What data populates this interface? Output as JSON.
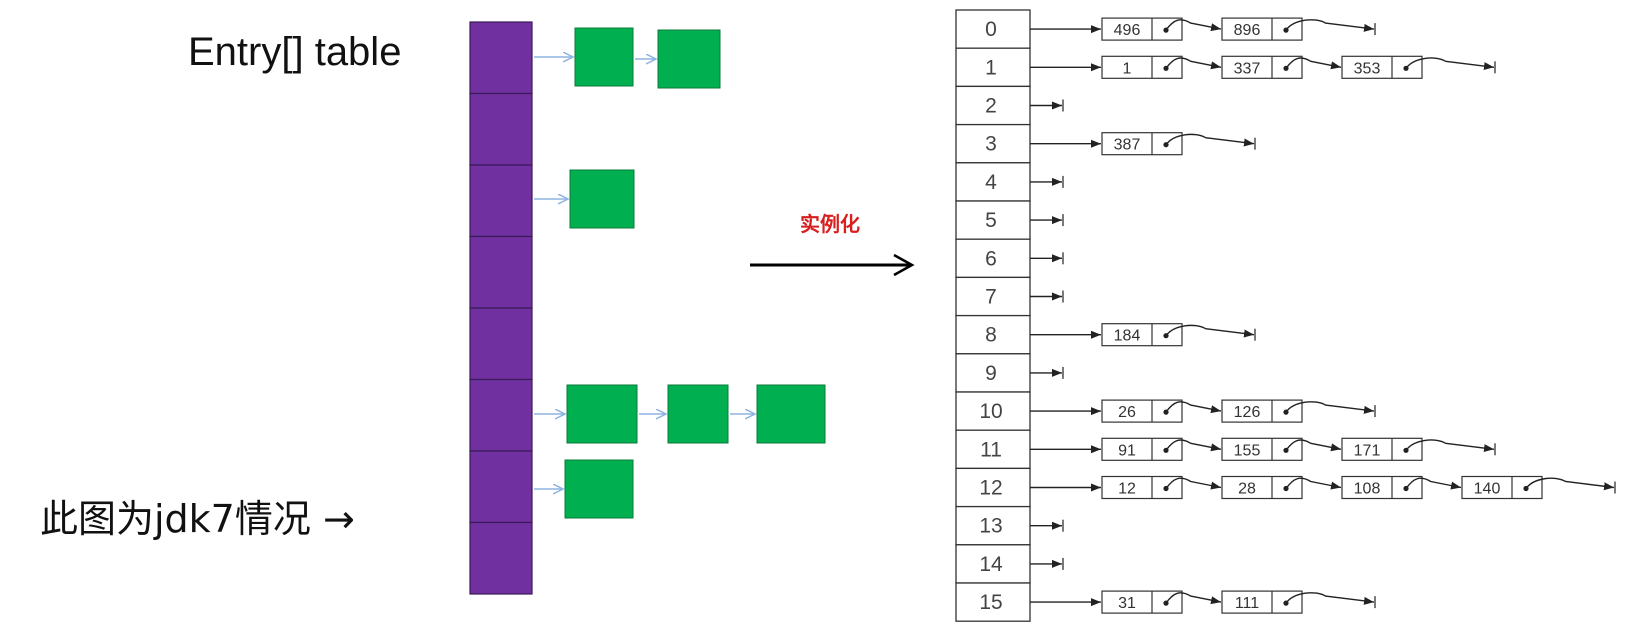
{
  "labels": {
    "entry_table": "Entry[] table",
    "caption": "此图为jdk7情况 →",
    "instantiate": "实例化"
  },
  "colors": {
    "array_fill": "#7030a0",
    "node_fill": "#00b050",
    "light_arrow": "#8db3e2",
    "instantiate_text": "#d81e1e"
  },
  "left_array": {
    "slot_count": 8,
    "chains": [
      {
        "slot": 0,
        "nodes": 2
      },
      {
        "slot": 2,
        "nodes": 1
      },
      {
        "slot": 5,
        "nodes": 3
      },
      {
        "slot": 6,
        "nodes": 1
      }
    ]
  },
  "hash_table": {
    "rows": [
      {
        "index": "0",
        "values": [
          "496",
          "896"
        ]
      },
      {
        "index": "1",
        "values": [
          "1",
          "337",
          "353"
        ]
      },
      {
        "index": "2",
        "values": []
      },
      {
        "index": "3",
        "values": [
          "387"
        ]
      },
      {
        "index": "4",
        "values": []
      },
      {
        "index": "5",
        "values": []
      },
      {
        "index": "6",
        "values": []
      },
      {
        "index": "7",
        "values": []
      },
      {
        "index": "8",
        "values": [
          "184"
        ]
      },
      {
        "index": "9",
        "values": []
      },
      {
        "index": "10",
        "values": [
          "26",
          "126"
        ]
      },
      {
        "index": "11",
        "values": [
          "91",
          "155",
          "171"
        ]
      },
      {
        "index": "12",
        "values": [
          "12",
          "28",
          "108",
          "140"
        ]
      },
      {
        "index": "13",
        "values": []
      },
      {
        "index": "14",
        "values": []
      },
      {
        "index": "15",
        "values": [
          "31",
          "111"
        ]
      }
    ]
  }
}
